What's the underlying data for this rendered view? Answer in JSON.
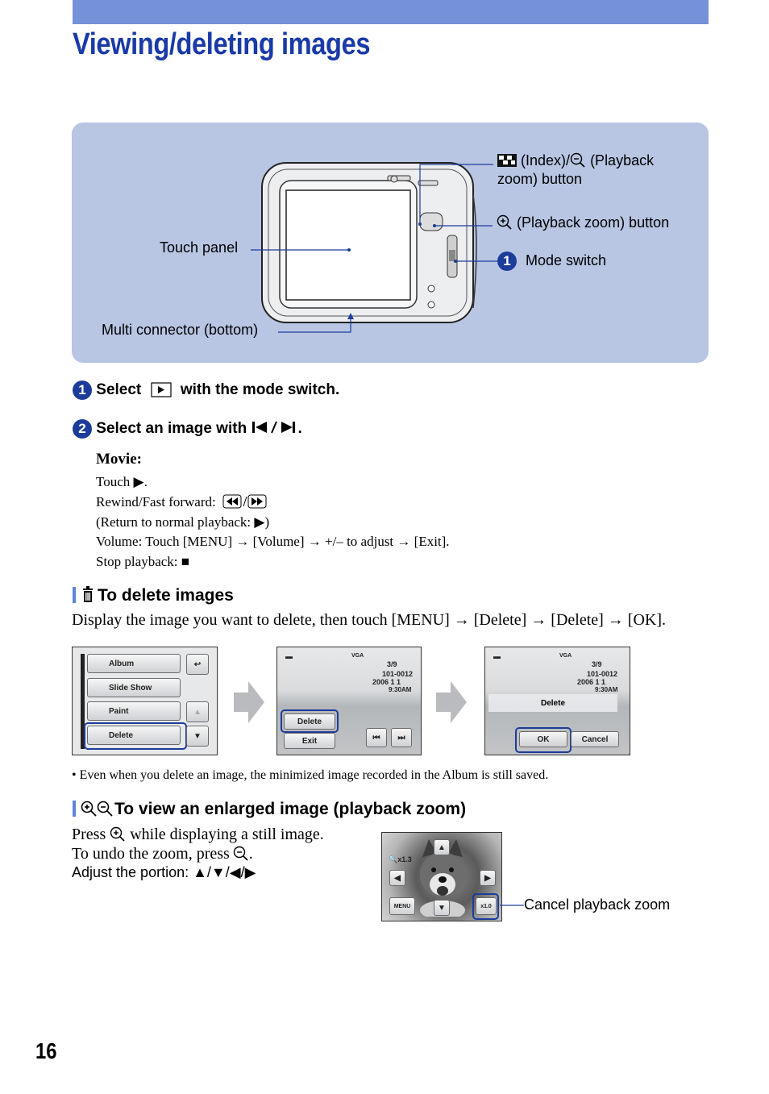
{
  "page": {
    "title": "Viewing/deleting images",
    "page_number": "16"
  },
  "diagram": {
    "label_index_1": "(Index)/",
    "label_index_2": "(Playback",
    "label_index_3": "zoom) button",
    "label_zoom": "(Playback zoom) button",
    "label_mode_num": "1",
    "label_mode": "Mode switch",
    "label_touch": "Touch panel",
    "label_multi": "Multi connector (bottom)"
  },
  "steps": {
    "step1_num": "1",
    "step1_a": "Select",
    "step1_b": "with the mode switch.",
    "step2_num": "2",
    "step2_a": "Select an image with",
    "step2_b": "."
  },
  "movie": {
    "heading": "Movie:",
    "line1": "Touch ▶.",
    "line2": "Rewind/Fast forward:",
    "line3": "(Return to normal playback: ▶)",
    "line4": "Volume: Touch [MENU] → [Volume] → +/– to adjust → [Exit].",
    "line5": "Stop playback: ■"
  },
  "delete_section": {
    "heading": "To delete images",
    "body": "Display the image you want to delete, then touch [MENU] → [Delete] → [Delete] → [OK].",
    "note": "• Even when you delete an image, the minimized image recorded in the Album is still saved."
  },
  "screen1": {
    "items": [
      "Album",
      "Slide Show",
      "Paint",
      "Delete"
    ]
  },
  "screen2": {
    "counter": "3/9",
    "file": "101-0012",
    "date": "2006   1   1",
    "time": "9:30AM",
    "vga": "VGA",
    "delete_btn": "Delete",
    "exit_btn": "Exit"
  },
  "screen3": {
    "counter": "3/9",
    "file": "101-0012",
    "date": "2006   1   1",
    "time": "9:30AM",
    "vga": "VGA",
    "prompt": "Delete",
    "ok_btn": "OK",
    "cancel_btn": "Cancel"
  },
  "zoom_section": {
    "heading": "To view an enlarged image (playback zoom)",
    "line1_a": "Press",
    "line1_b": "while displaying a still image.",
    "line2_a": "To undo the zoom, press",
    "line2_b": ".",
    "line3": "Adjust the portion: ▲/▼/◀/▶",
    "zoom_level": "x1.3",
    "menu_btn": "MENU",
    "reset_btn": "x1.0",
    "callout": "Cancel playback zoom"
  }
}
